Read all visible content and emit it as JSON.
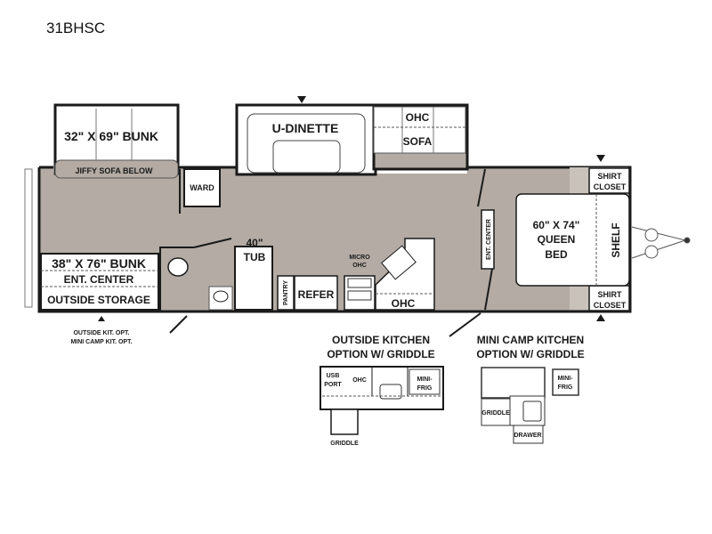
{
  "model": "31BHSC",
  "rooms": {
    "bunk_top": "32\" X 69\" BUNK",
    "jiffy": "JIFFY SOFA BELOW",
    "ward": "WARD",
    "dinette": "U-DINETTE",
    "sofa_ohc": "OHC",
    "sofa": "SOFA",
    "bunk_bottom": "38\" X 76\" BUNK",
    "ent_center_bunk": "ENT. CENTER",
    "outside_storage": "OUTSIDE STORAGE",
    "tub_1": "40\"",
    "tub_2": "TUB",
    "pantry": "PANTRY",
    "refer": "REFER",
    "micro_1": "MICRO",
    "micro_2": "OHC",
    "kitchen_ohc": "OHC",
    "ent_center": "ENT. CENTER",
    "bed_1": "60\" X 74\"",
    "bed_2": "QUEEN",
    "bed_3": "BED",
    "shelf": "SHELF",
    "shirt_1": "SHIRT",
    "closet_1": "CLOSET",
    "shirt_2": "SHIRT",
    "closet_2": "CLOSET"
  },
  "notes": {
    "outside_kit_opt": "OUTSIDE KIT. OPT.",
    "mini_camp_opt": "MINI CAMP KIT. OPT."
  },
  "outside_kitchen": {
    "title_1": "OUTSIDE KITCHEN",
    "title_2": "OPTION W/ GRIDDLE",
    "usb_1": "USB",
    "usb_2": "PORT",
    "ohc": "OHC",
    "frig_1": "MINI-",
    "frig_2": "FRIG",
    "griddle": "GRIDDLE"
  },
  "mini_camp_kitchen": {
    "title_1": "MINI CAMP KITCHEN",
    "title_2": "OPTION W/ GRIDDLE",
    "frig_1": "MINI-",
    "frig_2": "FRIG",
    "griddle": "GRIDDLE",
    "drawer": "DRAWER"
  },
  "colors": {
    "floor": "#b3aba4",
    "wall": "#1a1a1a"
  }
}
